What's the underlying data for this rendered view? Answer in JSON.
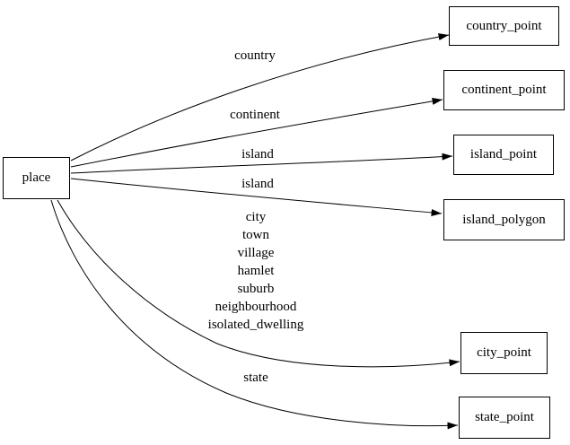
{
  "diagram": {
    "background_color": "#ffffff",
    "stroke_color": "#000000",
    "text_color": "#000000",
    "nodes": {
      "place": {
        "label": "place"
      },
      "country_point": {
        "label": "country_point"
      },
      "continent_point": {
        "label": "continent_point"
      },
      "island_point": {
        "label": "island_point"
      },
      "island_polygon": {
        "label": "island_polygon"
      },
      "city_point": {
        "label": "city_point"
      },
      "state_point": {
        "label": "state_point"
      }
    },
    "edges": [
      {
        "from": "place",
        "to": "country_point",
        "label": "country"
      },
      {
        "from": "place",
        "to": "continent_point",
        "label": "continent"
      },
      {
        "from": "place",
        "to": "island_point",
        "label": "island"
      },
      {
        "from": "place",
        "to": "island_polygon",
        "label": "island"
      },
      {
        "from": "place",
        "to": "city_point",
        "label": "city\ntown\nvillage\nhamlet\nsuburb\nneighbourhood\nisolated_dwelling"
      },
      {
        "from": "place",
        "to": "state_point",
        "label": "state"
      }
    ]
  }
}
